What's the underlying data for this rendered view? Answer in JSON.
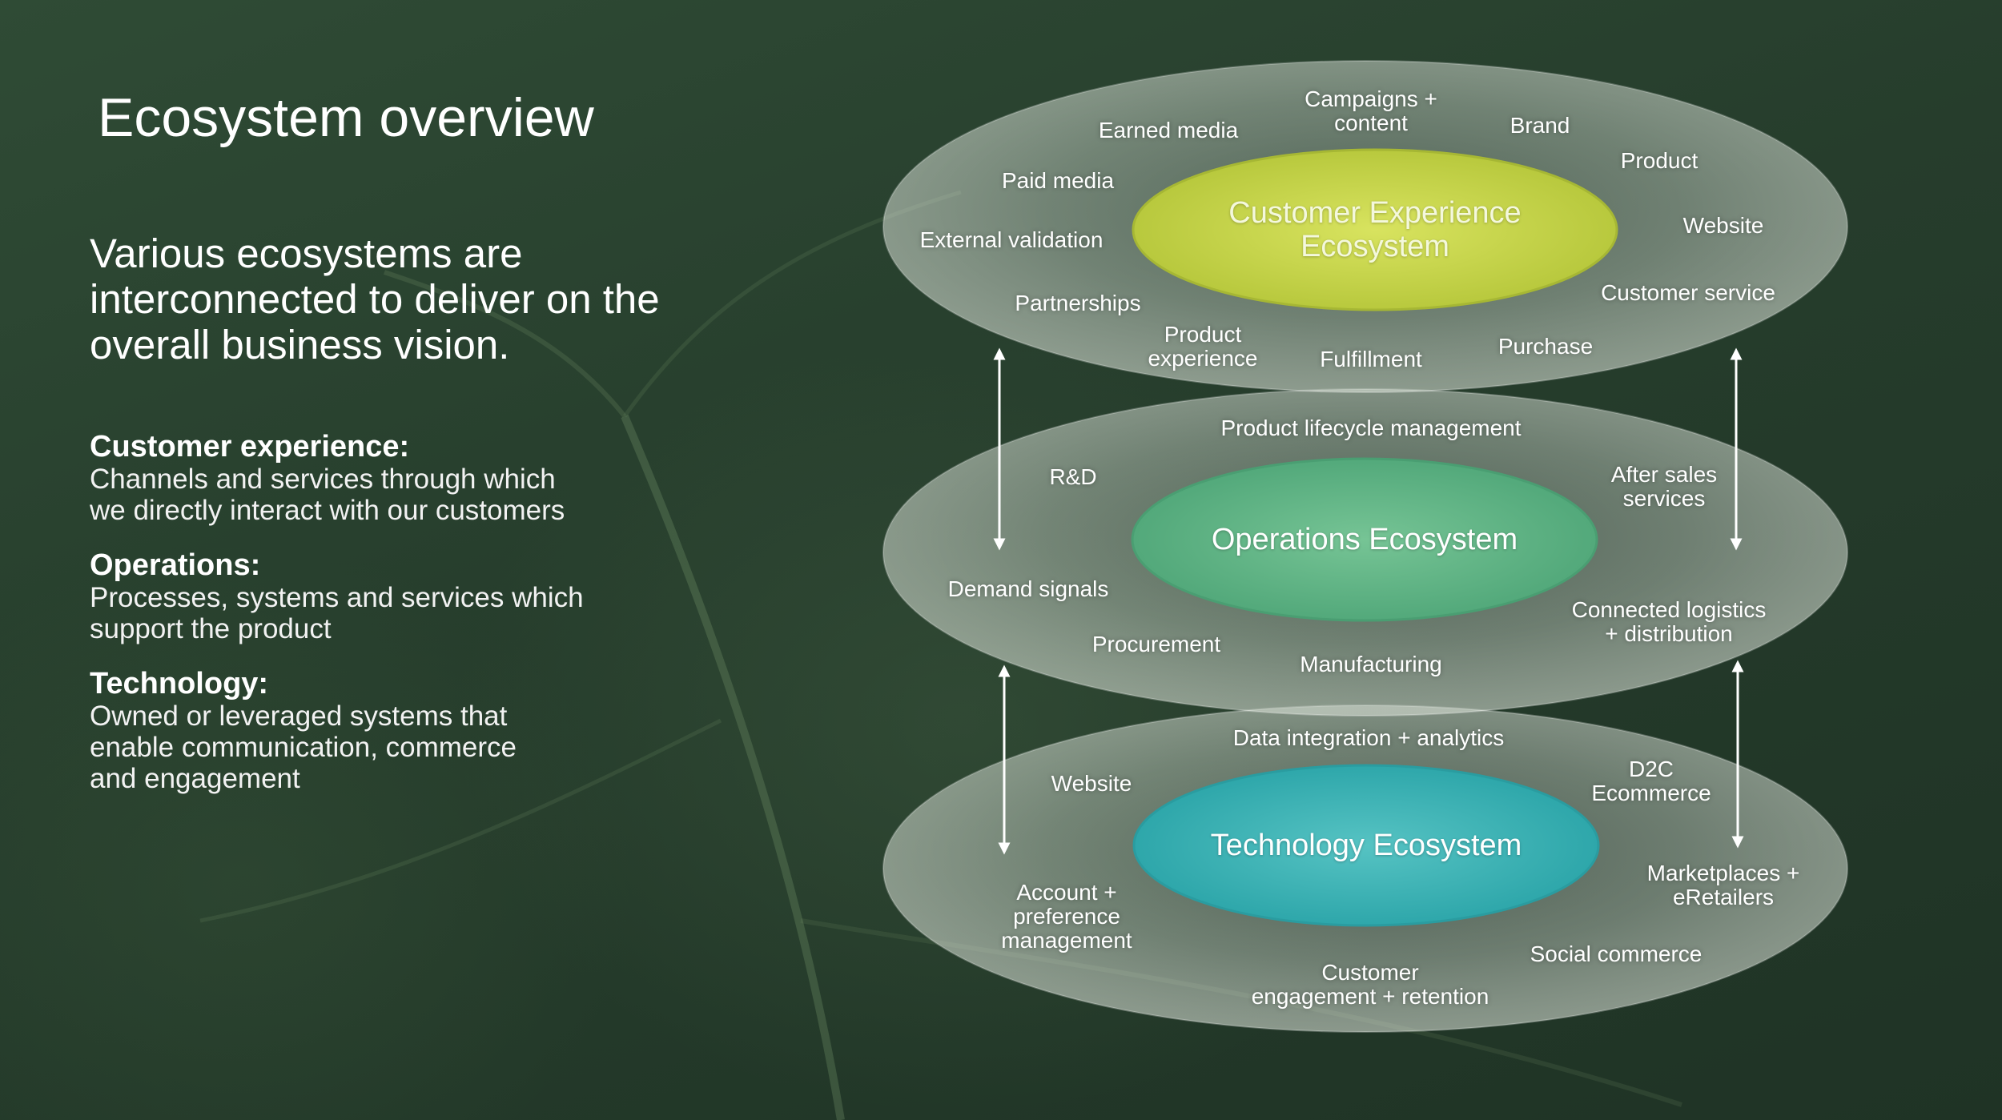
{
  "title": "Ecosystem overview",
  "lead": "Various ecosystems are interconnected to deliver on the overall business vision.",
  "definitions": [
    {
      "heading": "Customer experience:",
      "text": "Channels and services through which\nwe directly interact with our customers"
    },
    {
      "heading": "Operations:",
      "text": "Processes, systems and services which\nsupport the product"
    },
    {
      "heading": "Technology:",
      "text": "Owned or leveraged systems that\nenable communication, commerce\nand engagement"
    }
  ],
  "diagram": {
    "colors": {
      "outer_ring": "#c9d2c8",
      "customer_core": "#c4d34a",
      "operations_core": "#5fb585",
      "technology_core": "#3ab5b8"
    },
    "layers": [
      {
        "core": "Customer Experience\nEcosystem",
        "items": [
          "Campaigns +\ncontent",
          "Earned media",
          "Brand",
          "Paid media",
          "Product",
          "Website",
          "External validation",
          "Customer service",
          "Partnerships",
          "Product\nexperience",
          "Fulfillment",
          "Purchase"
        ]
      },
      {
        "core": "Operations Ecosystem",
        "items": [
          "Product lifecycle management",
          "R&D",
          "After sales\nservices",
          "Demand signals",
          "Connected logistics\n+ distribution",
          "Procurement",
          "Manufacturing"
        ]
      },
      {
        "core": "Technology Ecosystem",
        "items": [
          "Data integration + analytics",
          "Website",
          "D2C\nEcommerce",
          "Account +\npreference\nmanagement",
          "Marketplaces +\neRetailers",
          "Social commerce",
          "Customer\nengagement + retention"
        ]
      }
    ]
  }
}
